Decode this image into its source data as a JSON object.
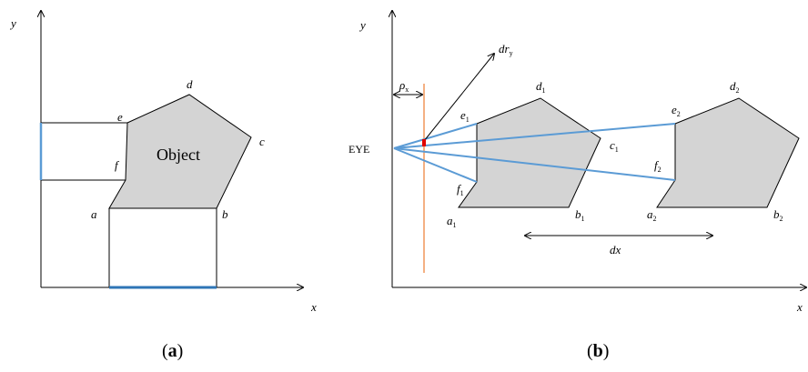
{
  "panel_a": {
    "axis_x": "x",
    "axis_y": "y",
    "object_label": "Object",
    "vertices": {
      "a": "a",
      "b": "b",
      "c": "c",
      "d": "d",
      "e": "e",
      "f": "f"
    },
    "caption": {
      "open": "(",
      "letter": "a",
      "close": ")"
    }
  },
  "panel_b": {
    "axis_x": "x",
    "axis_y": "y",
    "eye": "EYE",
    "rho": "ρ",
    "rho_sub": "x",
    "dr": "dr",
    "dr_sub": "y",
    "dx": "dx",
    "obj1": {
      "a": "a",
      "b": "b",
      "c": "c",
      "d": "d",
      "e": "e",
      "f": "f",
      "sub": "1"
    },
    "obj2": {
      "a": "a",
      "b": "b",
      "d": "d",
      "e": "e",
      "f": "f",
      "sub": "2"
    },
    "caption": {
      "open": "(",
      "letter": "b",
      "close": ")"
    }
  },
  "colors": {
    "fill": "#d4d4d4",
    "blue": "#5b9bd5",
    "orange": "#ed7d31",
    "red": "#e00000"
  }
}
